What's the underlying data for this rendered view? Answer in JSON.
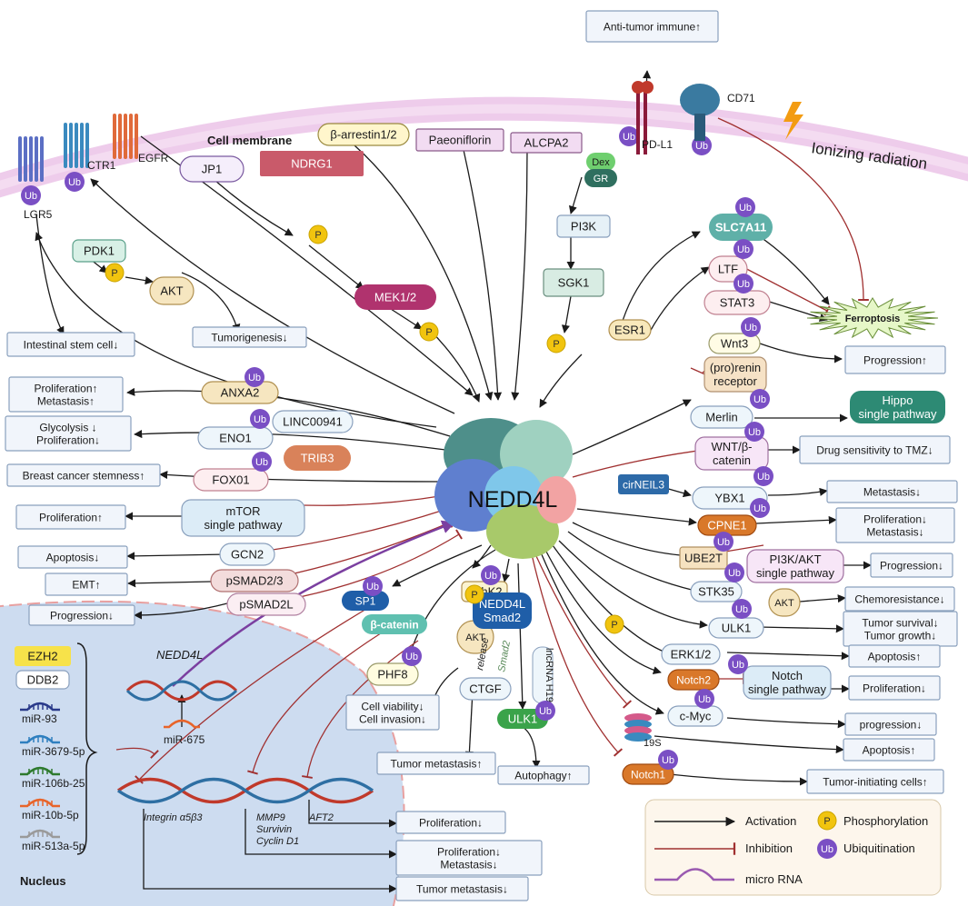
{
  "center": {
    "label": "NEDD4L"
  },
  "annotations": {
    "cell_membrane": "Cell membrane",
    "nucleus": "Nucleus",
    "ionizing_radiation": "Ionizing radiation",
    "gene_nedd4l": "NEDD4L",
    "release": "release",
    "smad2_faded": "Smad2",
    "ub": "Ub",
    "p": "P",
    "s19": "19S"
  },
  "receptors": {
    "lgr5": "LGR5",
    "ctr1": "CTR1",
    "egfr": "EGFR",
    "pdl1": "PD-L1",
    "cd71": "CD71"
  },
  "nodes": {
    "jp1": "JP1",
    "ndrg1": "NDRG1",
    "mek12": "MEK1/2",
    "barrestin": "β-arrestin1/2",
    "paeoniflorin": "Paeoniflorin",
    "alcpa2": "ALCPA2",
    "dex": "Dex",
    "gr": "GR",
    "pi3k": "PI3K",
    "sgk1": "SGK1",
    "pdk1": "PDK1",
    "akt": "AKT",
    "anxa2": "ANXA2",
    "linc": "LINC00941",
    "eno1": "ENO1",
    "trib3": "TRIB3",
    "fox01": "FOX01",
    "mtor1": "mTOR",
    "mtor2": "single pathway",
    "gcn2": "GCN2",
    "psmad23": "pSMAD2/3",
    "psmad2l": "pSMAD2L",
    "slc7a11": "SLC7A11",
    "ltf": "LTF",
    "stat3": "STAT3",
    "esr1": "ESR1",
    "ferroptosis": "Ferroptosis",
    "wnt3": "Wnt3",
    "prorenin1": "(pro)renin",
    "prorenin2": "receptor",
    "merlin": "Merlin",
    "wntb1": "WNT/β-",
    "wntb2": "catenin",
    "cirneil3": "cirNEIL3",
    "ybx1": "YBX1",
    "cpne1": "CPNE1",
    "ube2t": "UBE2T",
    "pi3kakt1": "PI3K/AKT",
    "pi3kakt2": "single pathway",
    "stk35": "STK35",
    "akt2": "AKT",
    "ulk1r": "ULK1",
    "erk12": "ERK1/2",
    "notch2": "Notch2",
    "notchsp1": "Notch",
    "notchsp2": "single pathway",
    "cmyc": "c-Myc",
    "notch1": "Notch1",
    "sp1": "SP1",
    "bcatenin": "β-catenin",
    "sphk2": "SphK2",
    "akt3": "AKT",
    "phf8": "PHF8",
    "nedd4lsmad1": "NEDD4L",
    "nedd4lsmad2": "Smad2",
    "ctgf": "CTGF",
    "lncrna": "lncRNA H19",
    "ulk1c": "ULK1",
    "hippo1": "Hippo",
    "hippo2": "single pathway"
  },
  "outcomes": {
    "antitumor": "Anti-tumor immune↑",
    "intestinal": "Intestinal stem cell↓",
    "tumorigenesis": "Tumorigenesis↓",
    "prolmet1": "Proliferation↑",
    "prolmet2": "Metastasis↑",
    "glyco1": "Glycolysis  ↓",
    "glyco2": "Proliferation↓",
    "breast": "Breast cancer stemness↑",
    "prolup": "Proliferation↑",
    "apoptosis_down": "Apoptosis↓",
    "emt": "EMT↑",
    "progression_down_l": "Progression↓",
    "progression_up": "Progression↑",
    "drugsens": "Drug sensitivity to TMZ↓",
    "metastasis_down": "Metastasis↓",
    "prolmetd1": "Proliferation↓",
    "prolmetd2": "Metastasis↓",
    "progression_down_r": "Progression↓",
    "chemo": "Chemoresistance↓",
    "survival1": "Tumor survival↓",
    "survival2": "Tumor growth↓",
    "apoptosis_up": "Apoptosis↑",
    "prolifdown_r": "Proliferation↓",
    "progression_lc": "progression↓",
    "apoptosis_up2": "Apoptosis↑",
    "tic": "Tumor-initiating cells↑",
    "viability1": "Cell viability↓",
    "viability2": "Cell invasion↓",
    "tumormet_up": "Tumor metastasis↑",
    "autophagy": "Autophagy↑",
    "prolif_b": "Proliferation↓",
    "prolmetb1": "Proliferation↓",
    "prolmetb2": "Metastasis↓",
    "tumormet_down": "Tumor metastasis↓"
  },
  "nucleus_items": {
    "ezh2": "EZH2",
    "ddb2": "DDB2",
    "mir93": "miR-93",
    "mir3679": "miR-3679-5p",
    "mir106b": "miR-106b-25",
    "mir10b": "miR-10b-5p",
    "mir513a": "miR-513a-5p",
    "mir675": "miR-675",
    "integrin": "Integrin α5β3",
    "mmp9": "MMP9",
    "survivin": "Survivin",
    "cyclind1": "Cyclin D1",
    "aft2": "AFT2"
  },
  "legend": {
    "activation": "Activation",
    "inhibition": "Inhibition",
    "microrna": "micro RNA",
    "phosphorylation": "Phosphorylation",
    "ubiquitination": "Ubiquitination"
  },
  "colors": {
    "arrow": "#1a1a1a",
    "inhibit": "#a03030",
    "ub": "#7a4fc4",
    "phos": "#f1c40f",
    "nucleus": "#cddcf0",
    "membrane": "#e7b6e2"
  }
}
